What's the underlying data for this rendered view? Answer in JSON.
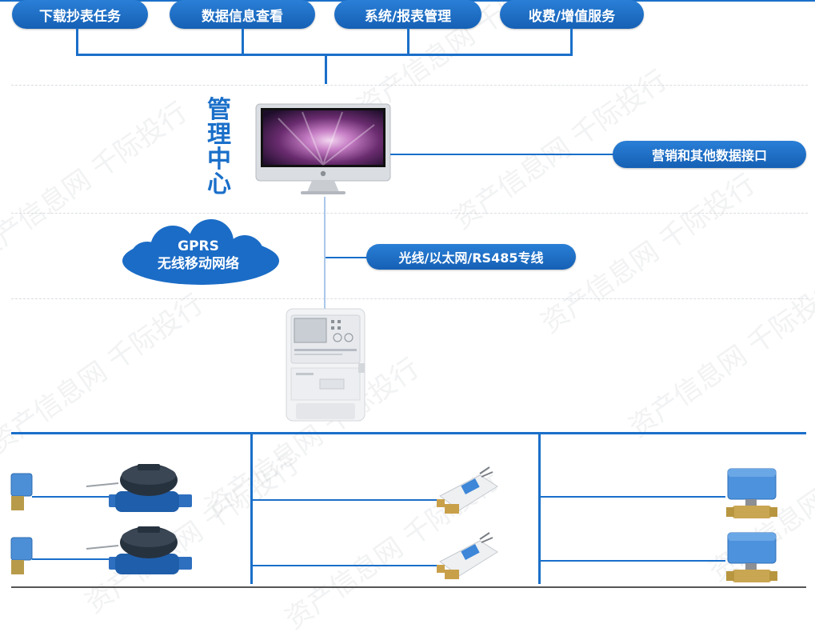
{
  "top_functions": [
    {
      "label": "下载抄表任务"
    },
    {
      "label": "数据信息查看"
    },
    {
      "label": "系统/报表管理"
    },
    {
      "label": "收费/增值服务"
    }
  ],
  "management_center": {
    "label": "管理中心"
  },
  "interface_label": "营销和其他数据接口",
  "network": {
    "line1": "GPRS",
    "line2": "无线移动网络"
  },
  "wired_label": "光线/以太网/RS485专线",
  "watermark_text": "资产信息网 千际投行",
  "colors": {
    "brand_blue": "#1a6fc9",
    "pill_blue": "#1560b5",
    "cloud_blue": "#1b6cc6",
    "white": "#ffffff"
  },
  "icons": {
    "computer": "imac-monitor-icon",
    "concentrator": "meter-concentrator-icon",
    "mechanical_meter": "mechanical-water-meter-icon",
    "smart_meter": "smart-water-meter-icon",
    "valve": "motorized-valve-icon"
  }
}
